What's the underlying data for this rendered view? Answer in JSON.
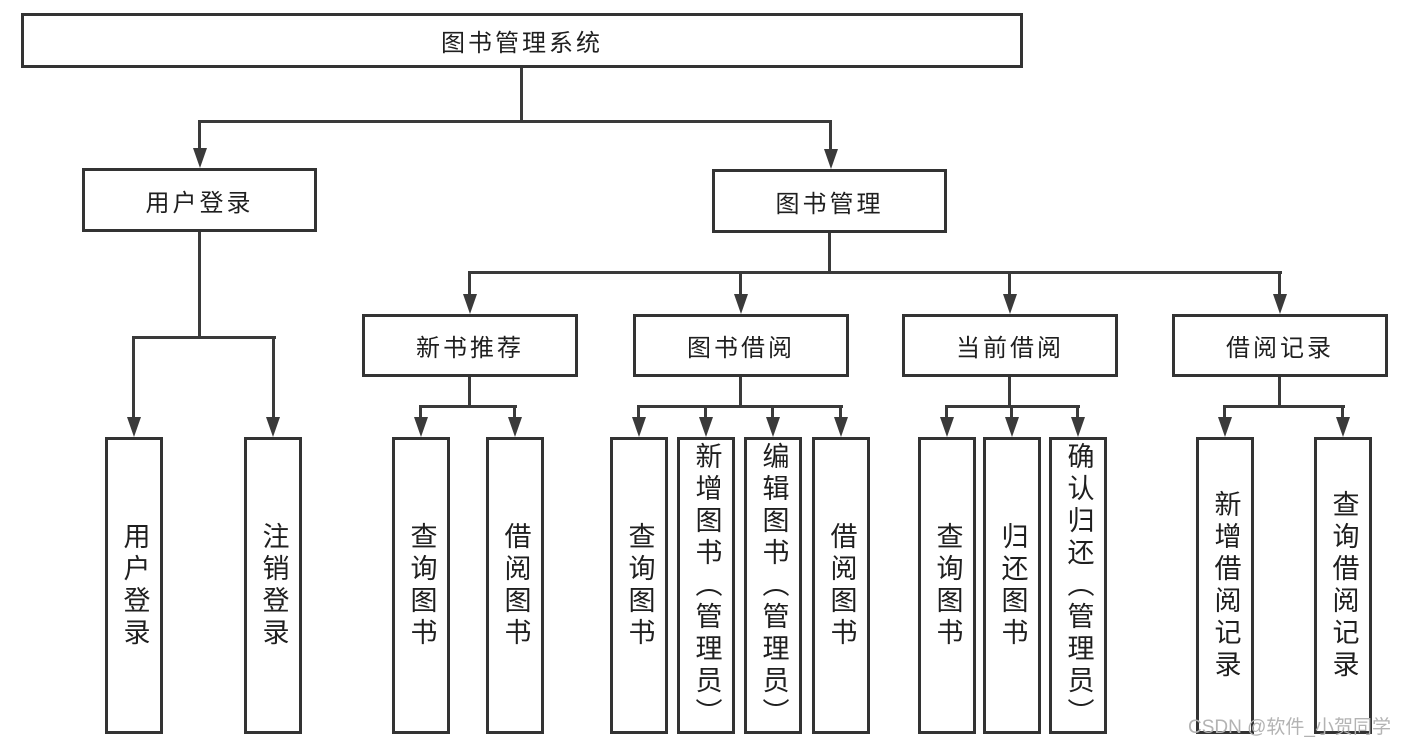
{
  "colors": {
    "line": "#3a3a3a",
    "border": "#333333",
    "text": "#1f1f1f",
    "background": "#ffffff",
    "watermark": "#b3b3b3"
  },
  "root": {
    "label": "图书管理系统"
  },
  "level2": [
    {
      "label": "用户登录"
    },
    {
      "label": "图书管理"
    }
  ],
  "level3": [
    {
      "label": "新书推荐"
    },
    {
      "label": "图书借阅"
    },
    {
      "label": "当前借阅"
    },
    {
      "label": "借阅记录"
    }
  ],
  "leaves": {
    "user_login": [
      {
        "label": "用户登录"
      },
      {
        "label": "注销登录"
      }
    ],
    "new_book_recommend": [
      {
        "label": "查询图书"
      },
      {
        "label": "借阅图书"
      }
    ],
    "book_borrow": [
      {
        "label": "查询图书"
      },
      {
        "label": "新增图书（管理员）"
      },
      {
        "label": "编辑图书（管理员）"
      },
      {
        "label": "借阅图书"
      }
    ],
    "current_borrow": [
      {
        "label": "查询图书"
      },
      {
        "label": "归还图书"
      },
      {
        "label": "确认归还（管理员）"
      }
    ],
    "borrow_records": [
      {
        "label": "新增借阅记录"
      },
      {
        "label": "查询借阅记录"
      }
    ]
  },
  "watermark": {
    "text": "CSDN @软件_小贺同学"
  }
}
